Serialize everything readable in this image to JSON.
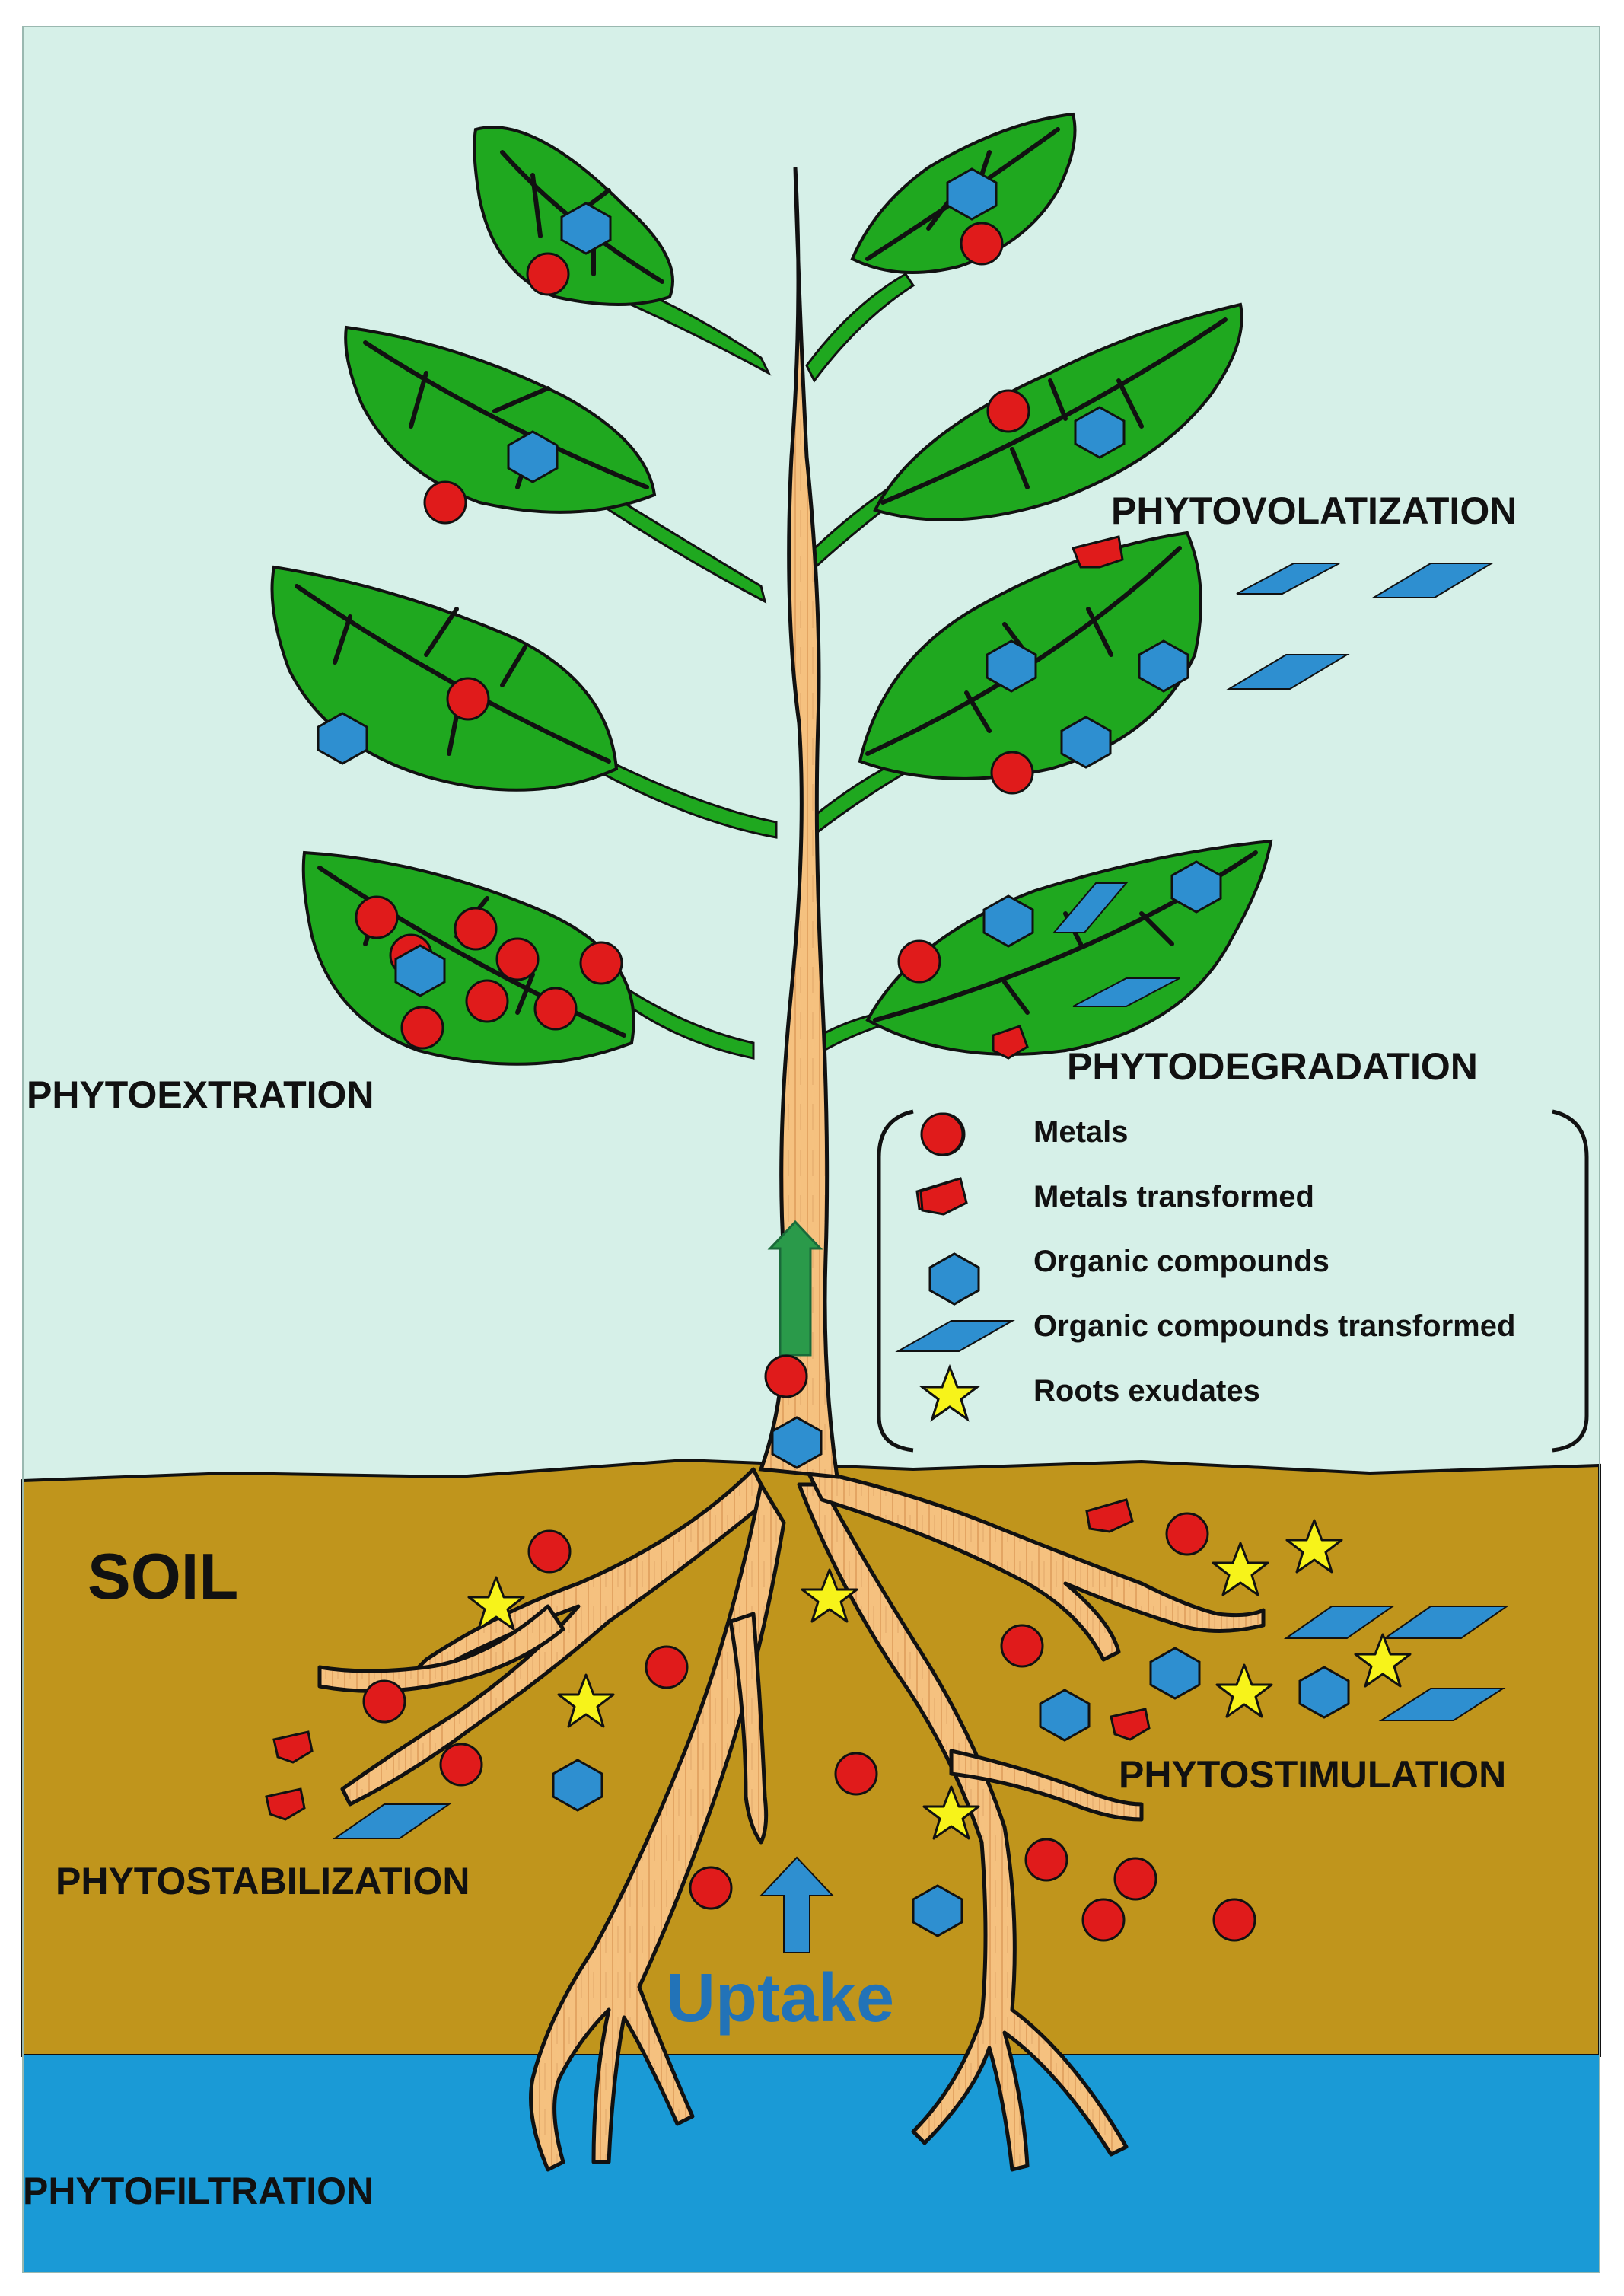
{
  "labels": {
    "phytovolatization": "PHYTOVOLATIZATION",
    "phytoextration": "PHYTOEXTRATION",
    "phytodegradation": "PHYTODEGRADATION",
    "soil": "SOIL",
    "phytostimulation": "PHYTOSTIMULATION",
    "phytostabilization": "PHYTOSTABILIZATION",
    "uptake": "Uptake",
    "phytofiltration": "PHYTOFILTRATION"
  },
  "legend": {
    "items": [
      {
        "symbol": "metal-circle-icon",
        "label": "Metals"
      },
      {
        "symbol": "metal-transformed-icon",
        "label": "Metals transformed"
      },
      {
        "symbol": "organic-hexagon-icon",
        "label": "Organic compounds"
      },
      {
        "symbol": "organic-transformed-icon",
        "label": "Organic compounds transformed"
      },
      {
        "symbol": "exudate-star-icon",
        "label": "Roots exudates"
      }
    ]
  },
  "colors": {
    "sky": "#d6f0e8",
    "soil": "#c0951c",
    "water": "#1a9ad6",
    "leaf": "#1fa81f",
    "stem": "#f5c17f",
    "metal": "#e01b1b",
    "organic": "#2e8fd0",
    "star": "#f7f31a",
    "uptake": "#2273b8",
    "up_arrow": "#2a9a4a"
  }
}
